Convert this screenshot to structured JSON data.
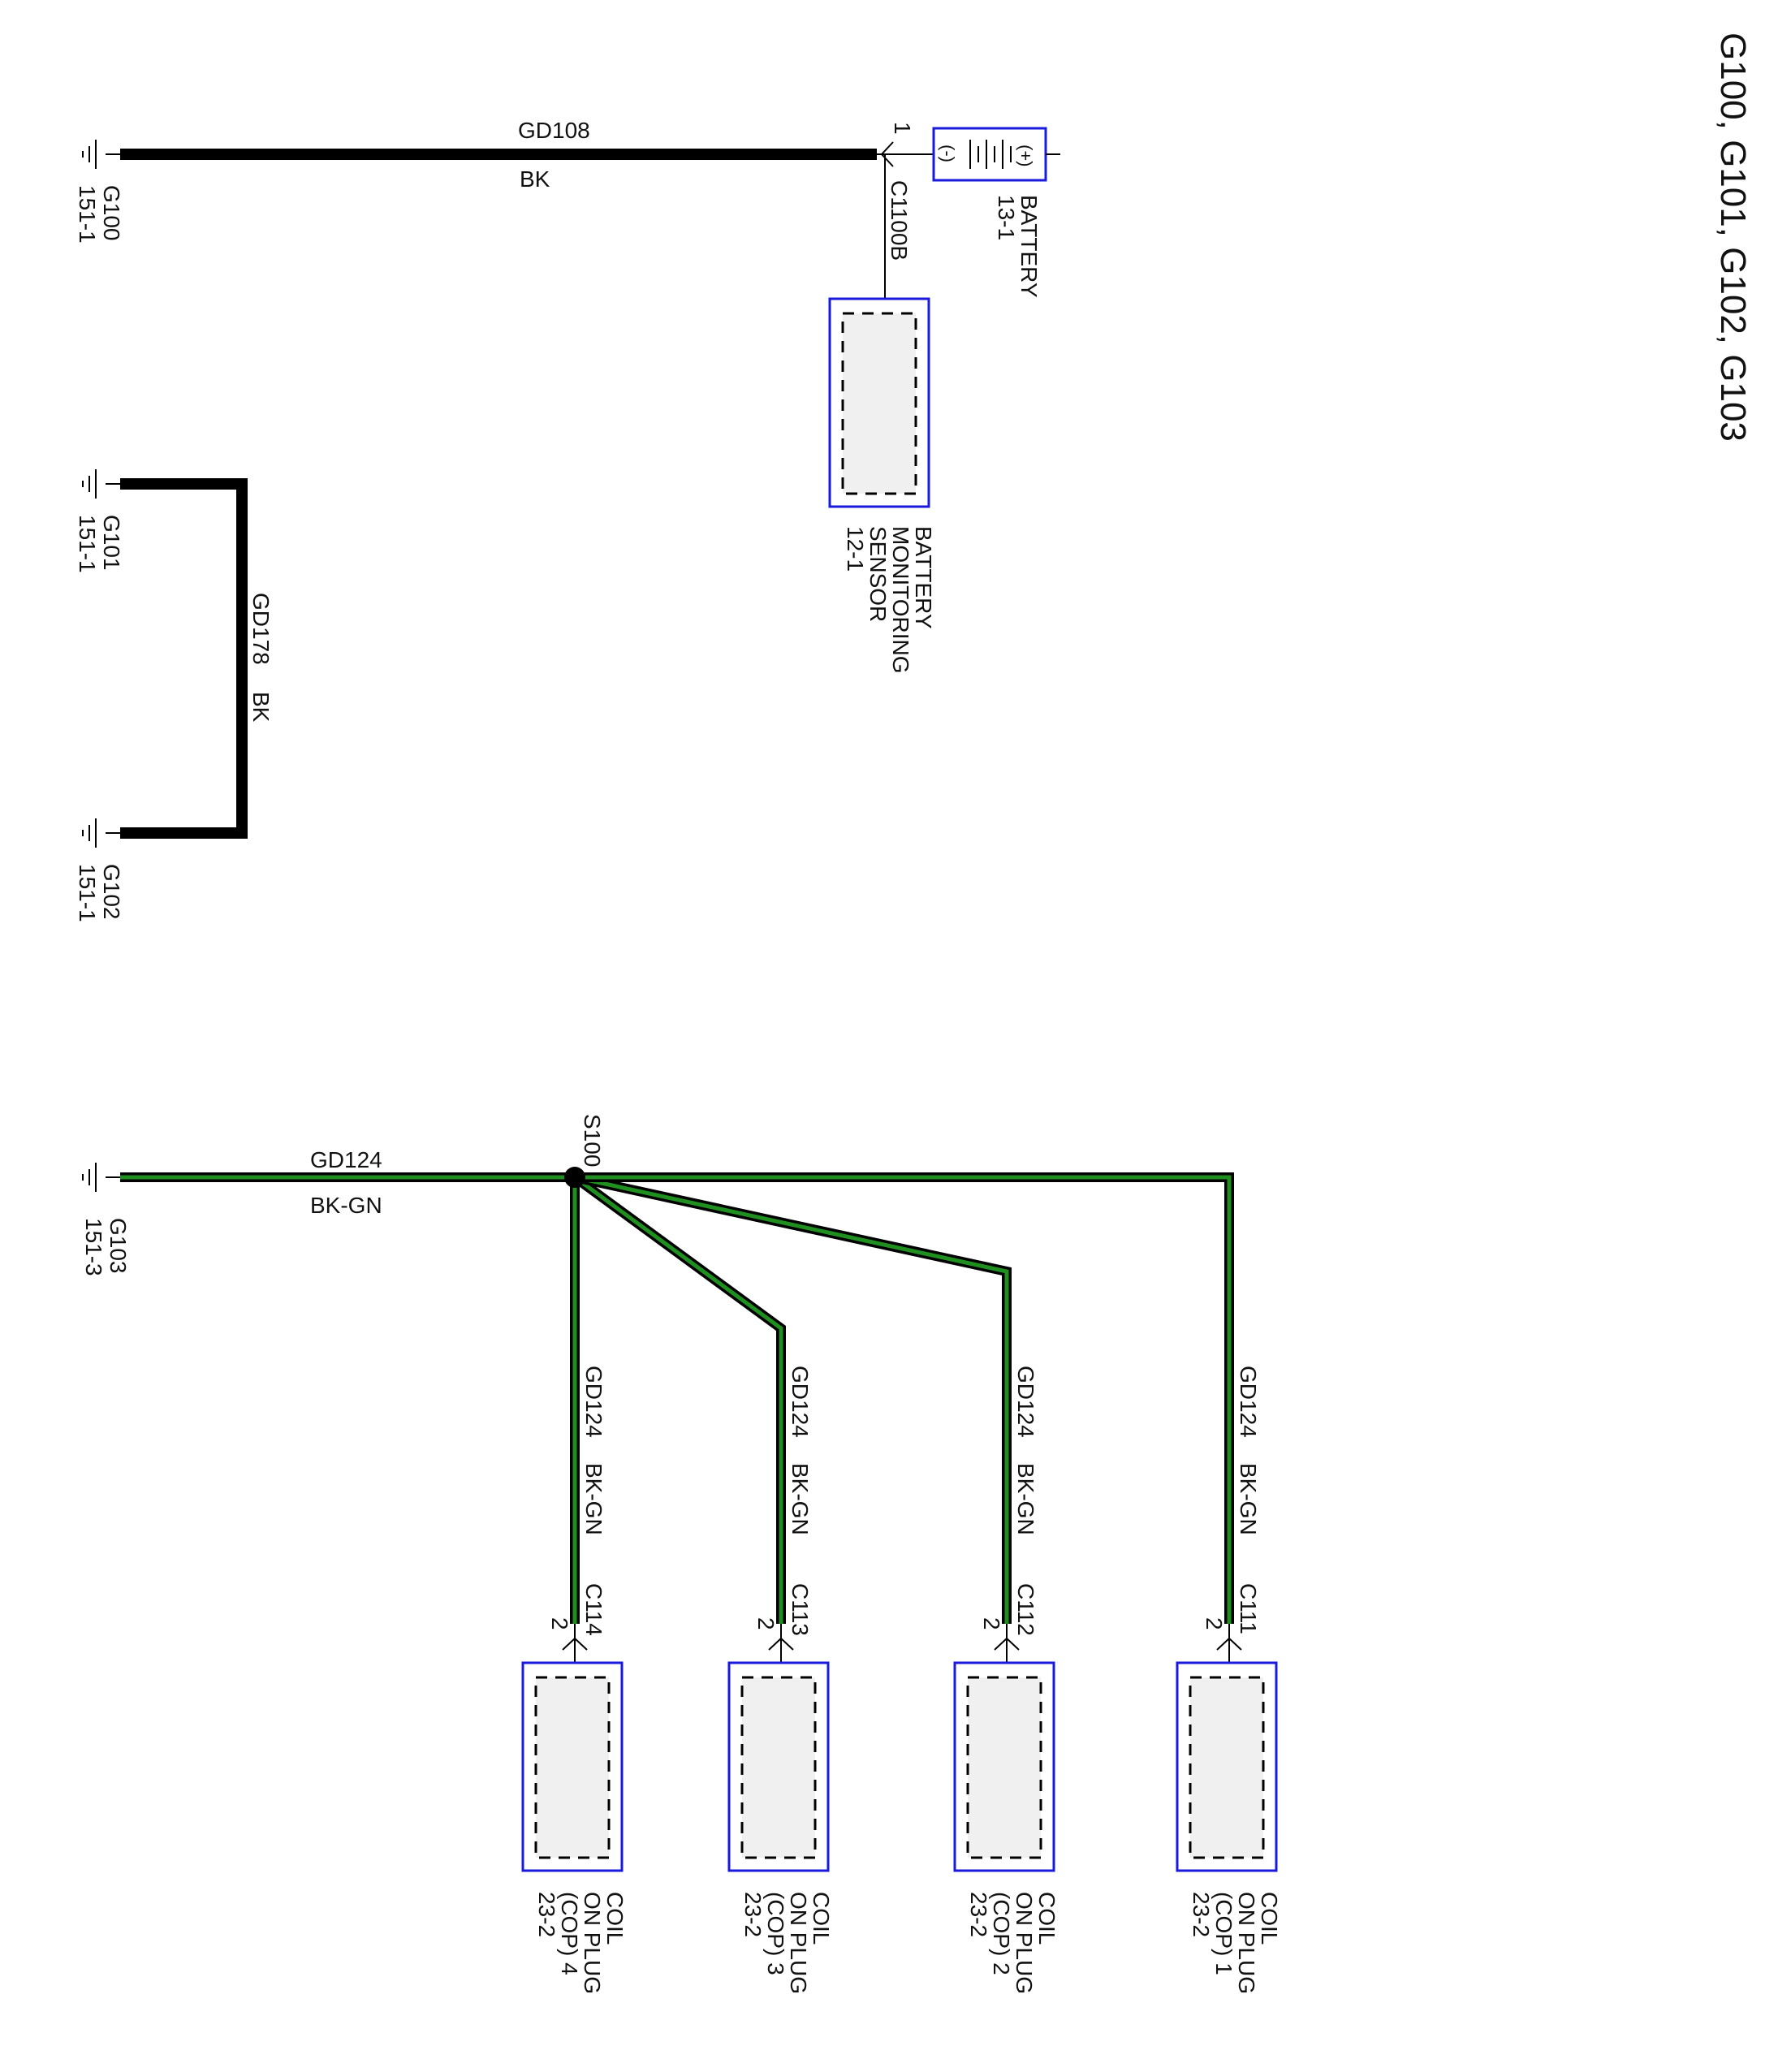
{
  "title": "G100, G101, G102, G103",
  "colors": {
    "wire_black": "#000000",
    "wire_green_tracer": "#1f8f1f",
    "component_border": "#1a1adc",
    "component_fill": "#f0f0f0"
  },
  "grounds": {
    "g100": {
      "name": "G100",
      "ref": "151-1"
    },
    "g101": {
      "name": "G101",
      "ref": "151-1"
    },
    "g102": {
      "name": "G102",
      "ref": "151-1"
    },
    "g103": {
      "name": "G103",
      "ref": "151-3"
    }
  },
  "wires": {
    "gd108": {
      "circuit": "GD108",
      "color": "BK"
    },
    "gd178": {
      "circuit": "GD178",
      "color": "BK"
    },
    "gd124_main": {
      "circuit": "GD124",
      "color": "BK-GN"
    },
    "gd124_c114": {
      "circuit": "GD124",
      "color": "BK-GN"
    },
    "gd124_c113": {
      "circuit": "GD124",
      "color": "BK-GN"
    },
    "gd124_c112": {
      "circuit": "GD124",
      "color": "BK-GN"
    },
    "gd124_c111": {
      "circuit": "GD124",
      "color": "BK-GN"
    }
  },
  "splice": {
    "name": "S100"
  },
  "battery": {
    "name": "BATTERY",
    "ref": "13-1",
    "pin": "1",
    "neg_symbol": "(-)",
    "pos_symbol": "(+)"
  },
  "battery_sensor": {
    "name_lines": [
      "BATTERY",
      "MONITORING",
      "SENSOR"
    ],
    "ref": "12-1",
    "connector": "C1100B"
  },
  "coils": [
    {
      "name_lines": [
        "COIL",
        "ON PLUG",
        "(COP) 4"
      ],
      "ref": "23-2",
      "connector": "C114",
      "pin": "2"
    },
    {
      "name_lines": [
        "COIL",
        "ON PLUG",
        "(COP) 3"
      ],
      "ref": "23-2",
      "connector": "C113",
      "pin": "2"
    },
    {
      "name_lines": [
        "COIL",
        "ON PLUG",
        "(COP) 2"
      ],
      "ref": "23-2",
      "connector": "C112",
      "pin": "2"
    },
    {
      "name_lines": [
        "COIL",
        "ON PLUG",
        "(COP) 1"
      ],
      "ref": "23-2",
      "connector": "C111",
      "pin": "2"
    }
  ]
}
